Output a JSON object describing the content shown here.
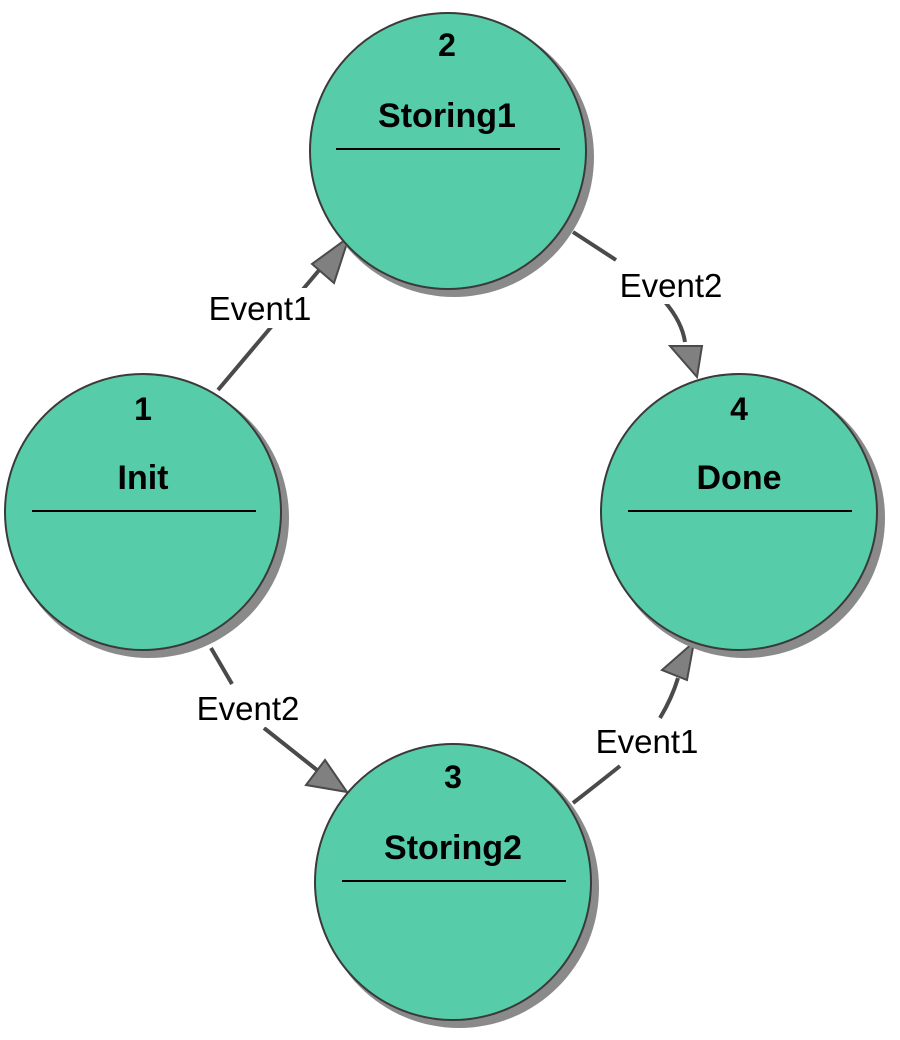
{
  "colors": {
    "state_fill": "#57cca8",
    "state_stroke": "#3a3a3a",
    "state_shadow": "#8a8a8a",
    "edge": "#4a4a4a",
    "arrowhead": "#808080",
    "divider": "#000000"
  },
  "states": [
    {
      "id": "init",
      "number": "1",
      "name": "Init"
    },
    {
      "id": "storing1",
      "number": "2",
      "name": "Storing1"
    },
    {
      "id": "storing2",
      "number": "3",
      "name": "Storing2"
    },
    {
      "id": "done",
      "number": "4",
      "name": "Done"
    }
  ],
  "transitions": [
    {
      "id": "init-to-storing1",
      "from": "init",
      "to": "storing1",
      "label": "Event1"
    },
    {
      "id": "storing1-to-done",
      "from": "storing1",
      "to": "done",
      "label": "Event2"
    },
    {
      "id": "init-to-storing2",
      "from": "init",
      "to": "storing2",
      "label": "Event2"
    },
    {
      "id": "storing2-to-done",
      "from": "storing2",
      "to": "done",
      "label": "Event1"
    }
  ]
}
